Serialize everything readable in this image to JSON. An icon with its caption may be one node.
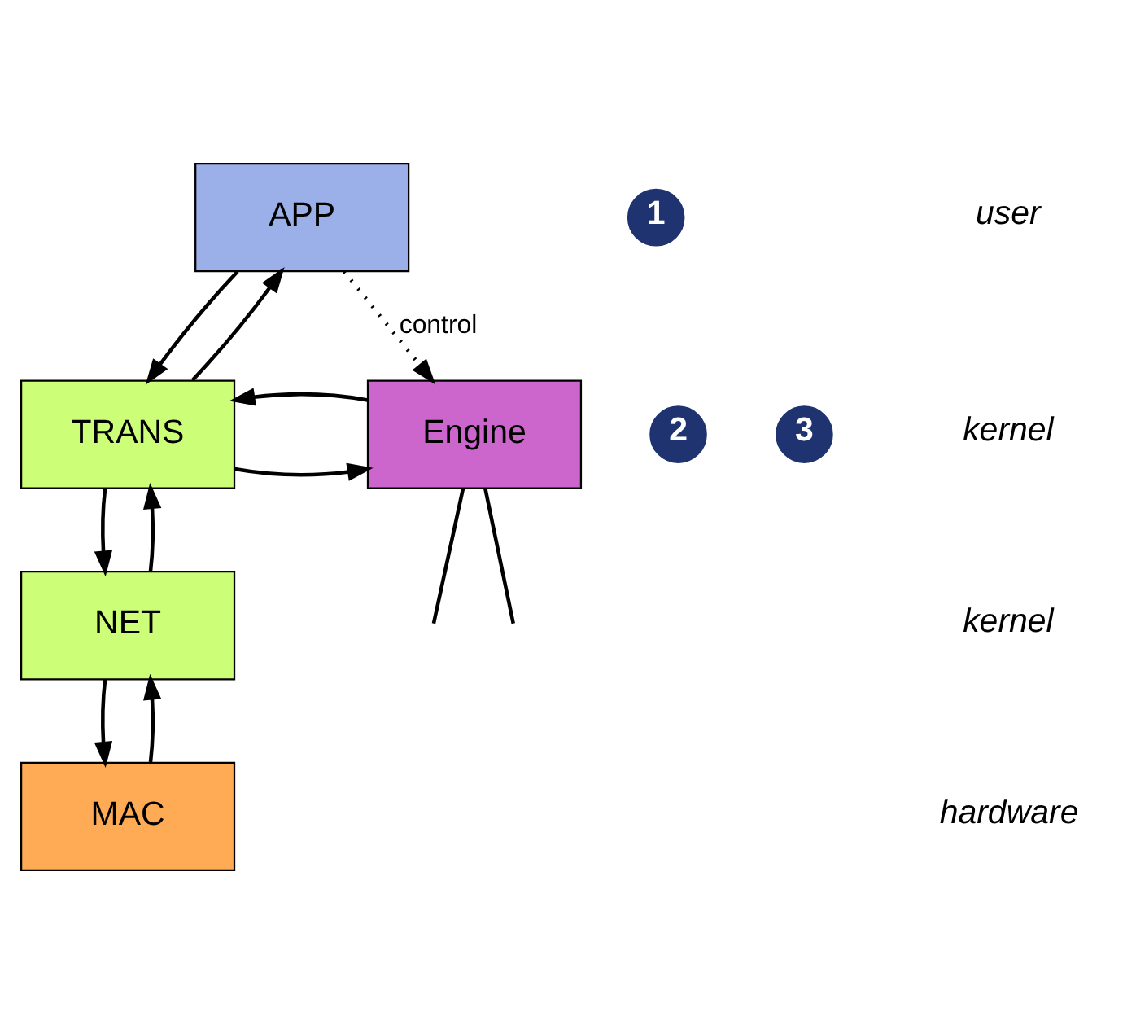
{
  "diagram": {
    "nodes": [
      {
        "text": [
          "APP"
        ]
      },
      {
        "text": [
          "TRANS"
        ]
      },
      {
        "text": [
          "NET"
        ]
      },
      {
        "text": [
          "MAC"
        ]
      },
      {
        "text": [
          "Engine"
        ]
      },
      {
        "text": [
          "1"
        ]
      },
      {
        "text": [
          "2"
        ]
      },
      {
        "text": [
          "3"
        ]
      }
    ],
    "edges": [
      {
        "from": 0,
        "to": 4,
        "arrow": "to",
        "label": "control",
        "style": "dashed"
      },
      {
        "from": 0,
        "to": 1,
        "arrow": "to"
      },
      {
        "from": 1,
        "to": 0,
        "arrow": "to"
      },
      {
        "from": 1,
        "to": 4,
        "arrow": "to"
      },
      {
        "from": 4,
        "to": 1,
        "arrow": "to"
      },
      {
        "from": 1,
        "to": 2,
        "arrow": "to"
      },
      {
        "from": 2,
        "to": 1,
        "arrow": "to"
      },
      {
        "from": 2,
        "to": 3,
        "arrow": "to"
      },
      {
        "from": 3,
        "to": 2,
        "arrow": "to"
      },
      {
        "from": 4,
        "to": null,
        "arrow": "none"
      },
      {
        "from": 4,
        "to": null,
        "arrow": "none"
      }
    ],
    "labels": [
      "user",
      "kernel",
      "kernel",
      "hardware"
    ]
  }
}
